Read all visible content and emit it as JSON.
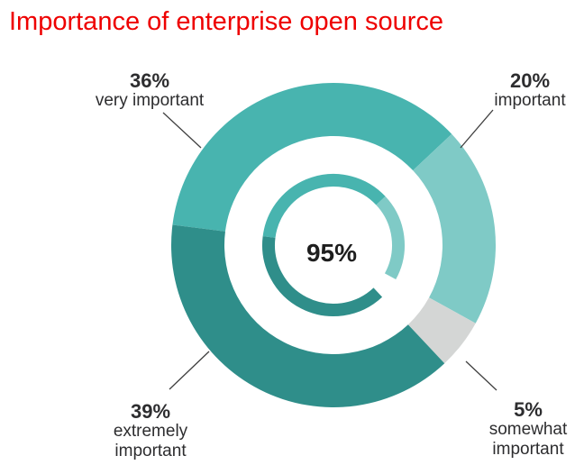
{
  "title": "Importance of enterprise open source",
  "colors": {
    "title_red": "#ee0000",
    "label_text": "#2d2d2f",
    "leader_line": "#3f3f3f",
    "teal_medium": "#48b4af",
    "teal_light": "#7fcac6",
    "teal_dark": "#2f8e8a",
    "gray_light": "#d4d6d5"
  },
  "chart_data": {
    "type": "pie",
    "subtype": "double-donut",
    "title": "Importance of enterprise open source",
    "units": "%",
    "direction": "clockwise",
    "start_angle_deg": -82.8,
    "legend": "none",
    "annotations": "each slice labeled outside with diagonal leader lines; thin inner ring totals 95% with a gap at the 5% slice",
    "segments": [
      {
        "label": "very important",
        "pct_label": "36%",
        "value": 36,
        "color": "#48b4af",
        "label_position": "top-left"
      },
      {
        "label": "important",
        "pct_label": "20%",
        "value": 20,
        "color": "#7fcac6",
        "label_position": "top-right"
      },
      {
        "label": "somewhat important",
        "pct_label": "5%",
        "value": 5,
        "color": "#d4d6d5",
        "label_position": "bottom-right"
      },
      {
        "label": "extremely important",
        "pct_label": "39%",
        "value": 39,
        "color": "#2f8e8a",
        "label_position": "bottom-left"
      }
    ],
    "inner_ring": {
      "label": "95%",
      "value": 95,
      "gap_segment_index": 2
    }
  }
}
